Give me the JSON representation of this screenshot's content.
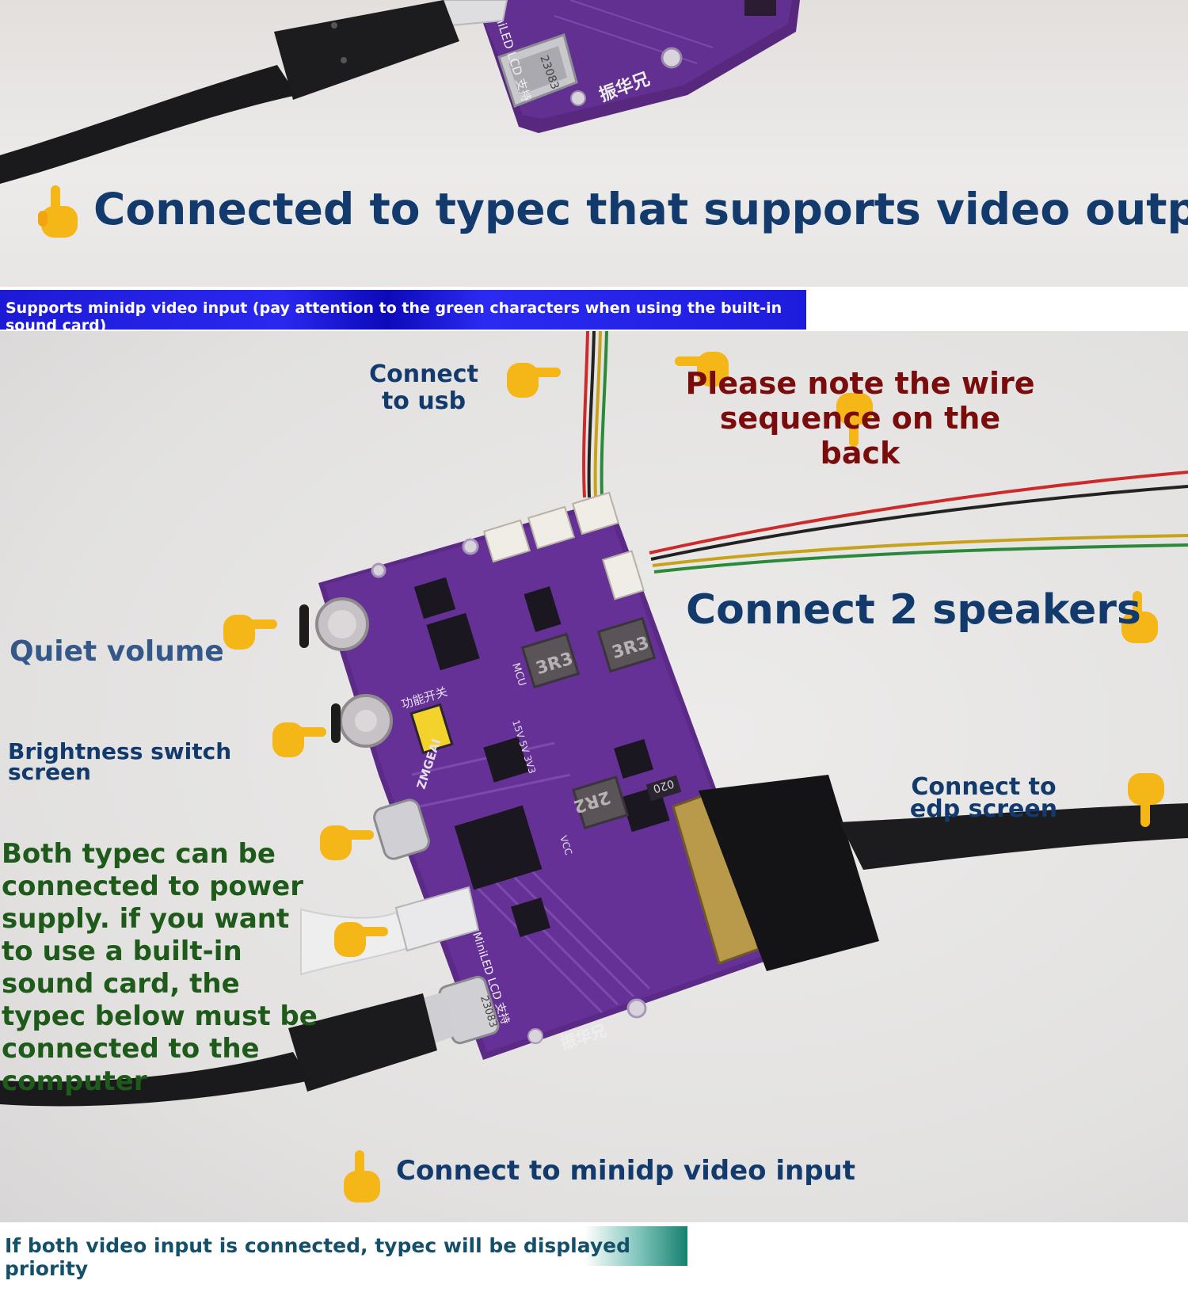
{
  "top_caption": "Connected to typec that supports video output",
  "banner_top": "Supports minidp video input (pay attention to the green characters when using the built-in sound card)",
  "labels": {
    "connect_usb": "Connect to usb",
    "wire_note": "Please note the wire sequence on the back",
    "speakers": "Connect 2 speakers",
    "quiet_volume": "Quiet volume",
    "brightness": "Brightness switch screen",
    "edp": "Connect to edp screen",
    "typec_power": "Both typec can be connected to power supply. if you want to use a built-in sound card, the typec below must be connected to the computer",
    "minidp": "Connect to minidp video input"
  },
  "banner_bottom": "If both video input is connected, typec will be displayed priority",
  "board_markings": {
    "top_serial": "23083",
    "top_brand": "振华兄",
    "top_side": "MiniLED LCD 支持",
    "inductor_a": "3R3",
    "inductor_b": "3R3",
    "inductor_c": "2R2",
    "chip_label": "020",
    "switch_label": "功能开关",
    "mcu": "MCU",
    "power_labels": "15V 5V 3V3",
    "vcc": "VCC",
    "brand_silk": "ZMGEAI",
    "bottom_serial": "23083",
    "bottom_brand": "振华兄",
    "bottom_side": "MiniLED LCD 支持"
  },
  "colors": {
    "board": "#5b2a86",
    "text_navy": "#123a6c",
    "text_red": "#7a0c0c",
    "text_green": "#1e5a19",
    "banner_blue": "#1d1ad6",
    "banner_teal": "#16806f"
  }
}
